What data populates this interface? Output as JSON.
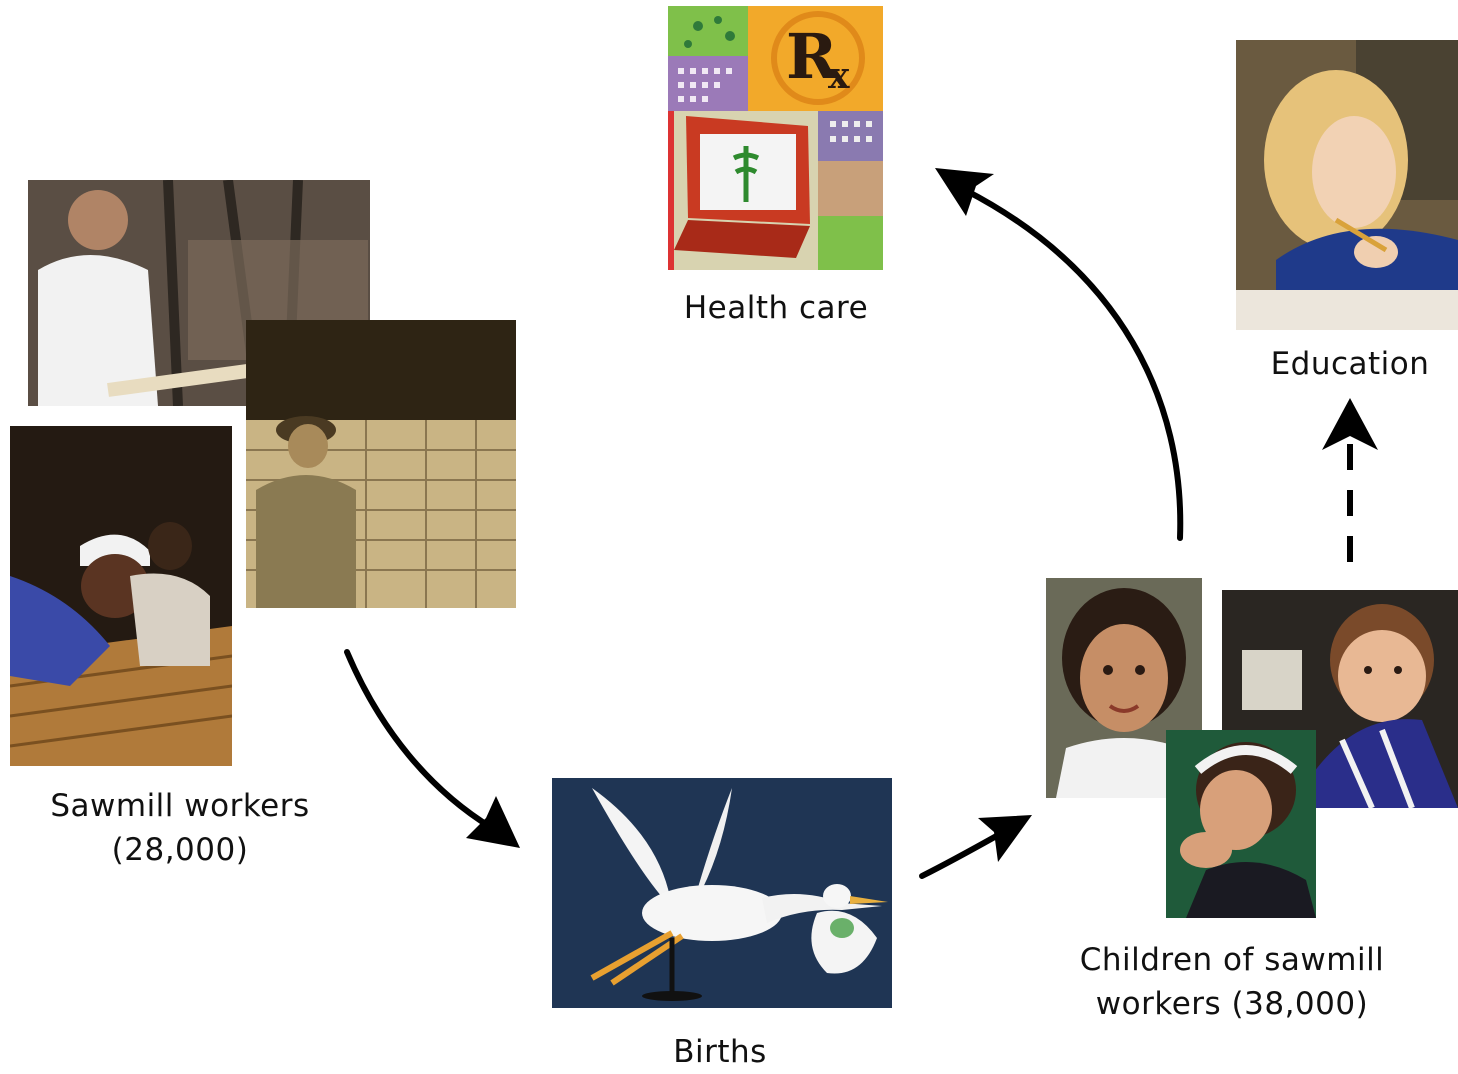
{
  "nodes": {
    "health_care": {
      "label": "Health care",
      "rx_glyph": "R",
      "rx_sub": "x"
    },
    "education": {
      "label": "Education"
    },
    "sawmill_workers": {
      "label_line1": "Sawmill workers",
      "label_line2": "(28,000)"
    },
    "births": {
      "label": "Births"
    },
    "children": {
      "label_line1": "Children of sawmill",
      "label_line2": "workers (38,000)"
    }
  },
  "edges": [
    {
      "from": "sawmill_workers",
      "to": "births",
      "style": "solid"
    },
    {
      "from": "births",
      "to": "children",
      "style": "solid"
    },
    {
      "from": "children",
      "to": "health_care",
      "style": "solid"
    },
    {
      "from": "children",
      "to": "education",
      "style": "dashed"
    }
  ],
  "colors": {
    "arrow": "#000000",
    "text": "#111111"
  }
}
